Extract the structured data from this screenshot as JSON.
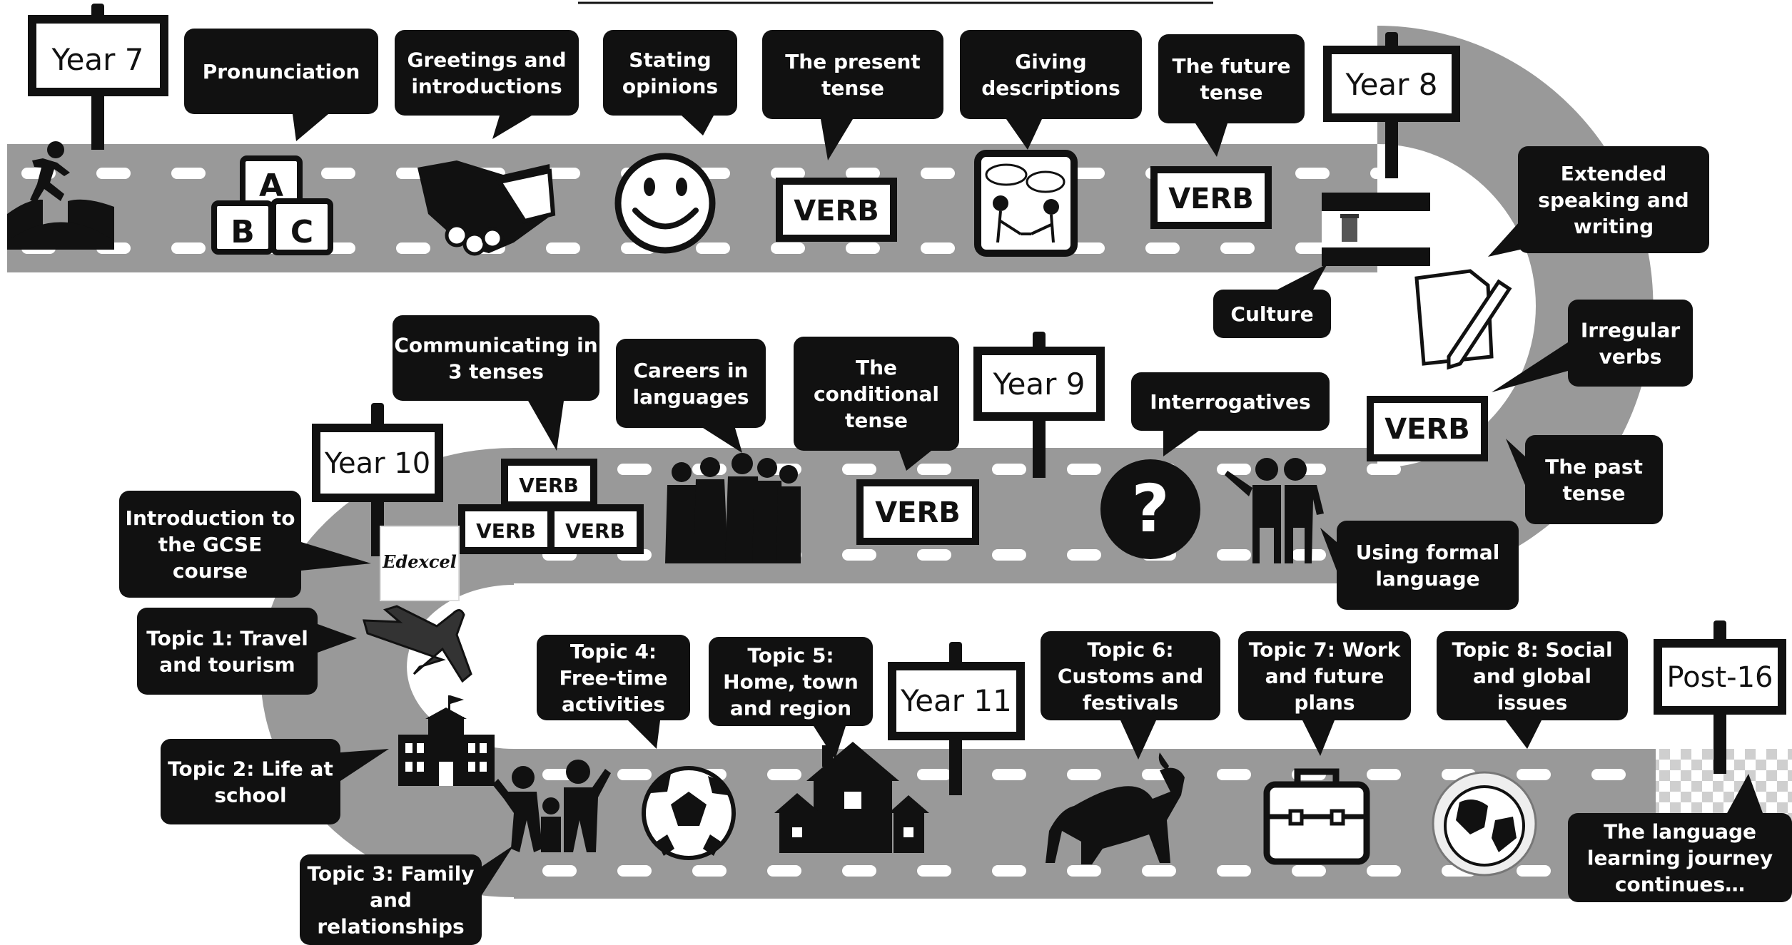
{
  "signs": {
    "year7": "Year 7",
    "year8": "Year 8",
    "year9": "Year 9",
    "year10": "Year 10",
    "year11": "Year 11",
    "post16": "Post-16"
  },
  "bubbles": {
    "pronunciation": [
      "Pronunciation"
    ],
    "greetings": [
      "Greetings and",
      "introductions"
    ],
    "stating_opinions": [
      "Stating",
      "opinions"
    ],
    "present_tense": [
      "The present",
      "tense"
    ],
    "giving_descriptions": [
      "Giving",
      "descriptions"
    ],
    "future_tense": [
      "The future",
      "tense"
    ],
    "extended_speaking": [
      "Extended",
      "speaking and",
      "writing"
    ],
    "culture": [
      "Culture"
    ],
    "irregular_verbs": [
      "Irregular",
      "verbs"
    ],
    "past_tense": [
      "The past",
      "tense"
    ],
    "using_formal": [
      "Using formal",
      "language"
    ],
    "interrogatives": [
      "Interrogatives"
    ],
    "conditional_tense": [
      "The",
      "conditional",
      "tense"
    ],
    "careers": [
      "Careers in",
      "languages"
    ],
    "communicating": [
      "Communicating in",
      "3 tenses"
    ],
    "intro_gcse": [
      "Introduction to",
      "the GCSE",
      "course"
    ],
    "topic1": [
      "Topic 1: Travel",
      "and tourism"
    ],
    "topic2": [
      "Topic 2: Life at",
      "school"
    ],
    "topic3": [
      "Topic 3: Family",
      "and",
      "relationships"
    ],
    "topic4": [
      "Topic 4:",
      "Free-time",
      "activities"
    ],
    "topic5": [
      "Topic 5:",
      "Home, town",
      "and region"
    ],
    "topic6": [
      "Topic 6:",
      "Customs and",
      "festivals"
    ],
    "topic7": [
      "Topic 7: Work",
      "and future",
      "plans"
    ],
    "topic8": [
      "Topic 8: Social",
      "and global",
      "issues"
    ],
    "journey": [
      "The language",
      "learning journey",
      "continues…"
    ]
  },
  "icons": {
    "verb_label": "VERB",
    "alphabet_blocks": [
      "A",
      "B",
      "C"
    ],
    "edexcel_logo": "Edexcel",
    "question_mark": "?"
  }
}
